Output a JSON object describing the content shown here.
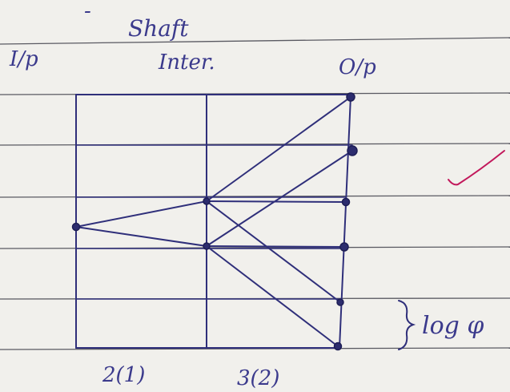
{
  "header": {
    "dash": "-",
    "title": "Shaft"
  },
  "column_labels": {
    "input": "I/p",
    "intermediate": "Inter.",
    "output": "O/p"
  },
  "stage_labels": [
    "2(1)",
    "3(2)"
  ],
  "side_label": "log φ",
  "colors": {
    "ink": "#2f2f7a",
    "paper": "#f1f0ec",
    "ruled_line": "#5a5a62",
    "check_mark": "#c2185b"
  },
  "ray_diagram": {
    "input_speeds": 1,
    "intermediate_speeds": 2,
    "output_speeds": 6,
    "connections": [
      {
        "from": "input",
        "to": "intermediate-1"
      },
      {
        "from": "input",
        "to": "intermediate-2"
      },
      {
        "from": "intermediate-1",
        "to": "output-1"
      },
      {
        "from": "intermediate-1",
        "to": "output-3"
      },
      {
        "from": "intermediate-1",
        "to": "output-5"
      },
      {
        "from": "intermediate-2",
        "to": "output-2"
      },
      {
        "from": "intermediate-2",
        "to": "output-4"
      },
      {
        "from": "intermediate-2",
        "to": "output-6"
      }
    ]
  }
}
